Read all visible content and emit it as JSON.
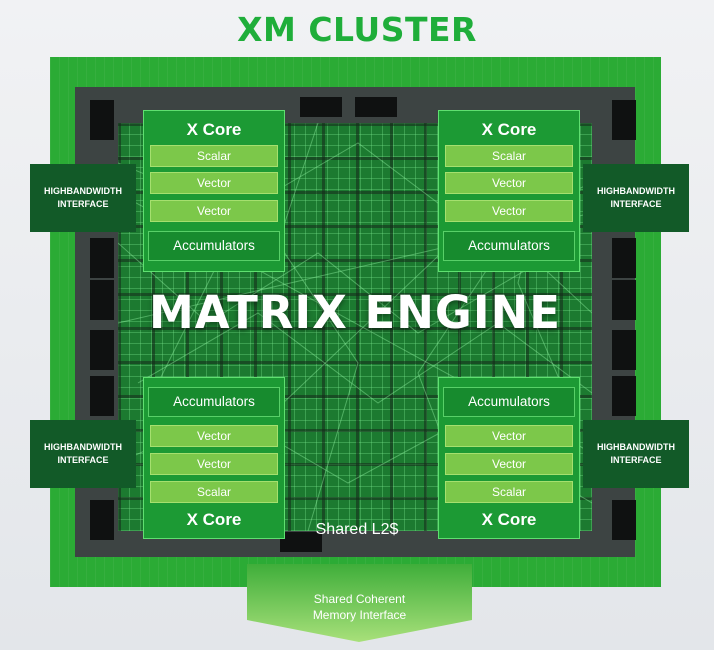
{
  "title": "XM CLUSTER",
  "engine_label": "MATRIX ENGINE",
  "shared_l2": "Shared L2$",
  "memory_interface": [
    "Shared Coherent",
    "Memory Interface"
  ],
  "hbi": {
    "line1": "HIGHBANDWIDTH",
    "line2": "INTERFACE"
  },
  "cores": {
    "top_left": {
      "title": "X Core",
      "rows": [
        "Scalar",
        "Vector",
        "Vector"
      ],
      "acc": "Accumulators"
    },
    "top_right": {
      "title": "X Core",
      "rows": [
        "Scalar",
        "Vector",
        "Vector"
      ],
      "acc": "Accumulators"
    },
    "bottom_left": {
      "title": "X Core",
      "rows": [
        "Vector",
        "Vector",
        "Scalar"
      ],
      "acc": "Accumulators"
    },
    "bottom_right": {
      "title": "X Core",
      "rows": [
        "Vector",
        "Vector",
        "Scalar"
      ],
      "acc": "Accumulators"
    }
  },
  "colors": {
    "title_green": "#1fae3a",
    "board_green": "#2bab35",
    "core_green": "#1c9a34",
    "unit_green": "#7cc84a",
    "hbi_green": "#125a28",
    "frame_dark": "#3d4443"
  }
}
